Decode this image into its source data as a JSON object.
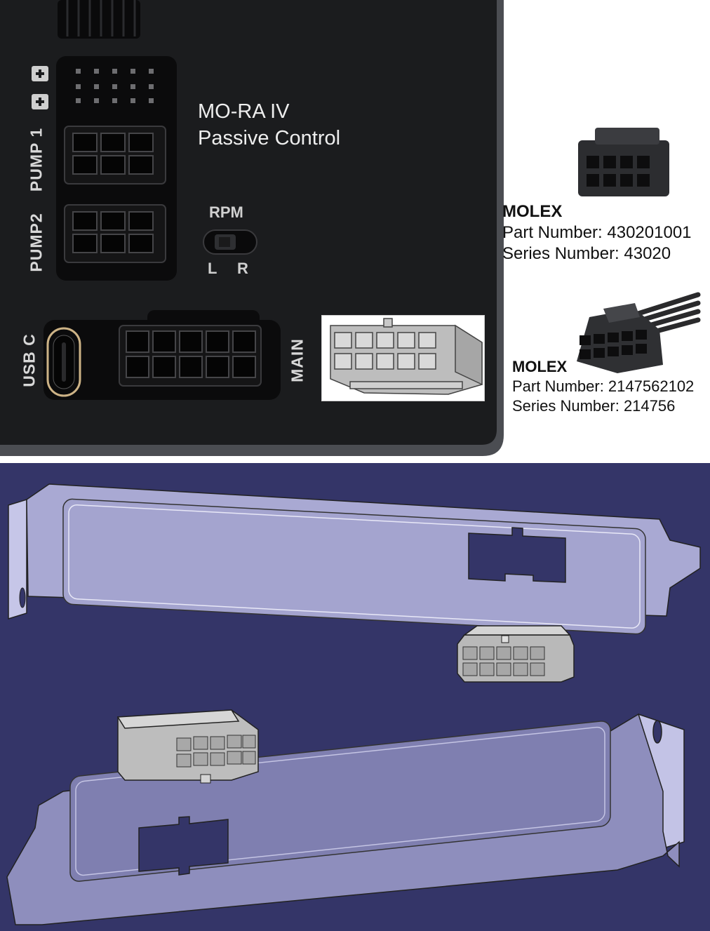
{
  "controller": {
    "title_line1": "MO-RA IV",
    "title_line2": "Passive Control",
    "labels": {
      "pump1": "PUMP 1",
      "pump2": "PUMP2",
      "usb_c": "USB C",
      "main": "MAIN",
      "rpm": "RPM",
      "left": "L",
      "right": "R",
      "plus": "+"
    }
  },
  "connectors": [
    {
      "brand": "MOLEX",
      "part_number": "Part Number: 430201001",
      "series_number": "Series Number: 43020"
    },
    {
      "brand": "MOLEX",
      "part_number": "Part Number: 2147562102",
      "series_number": "Series Number: 214756"
    }
  ],
  "colors": {
    "panel": "#1b1c1e",
    "panel_edge": "#5a5c60",
    "cad_background": "#343568",
    "bracket_face": "#a9a9d3",
    "connector_grey": "#b9b9b9"
  }
}
